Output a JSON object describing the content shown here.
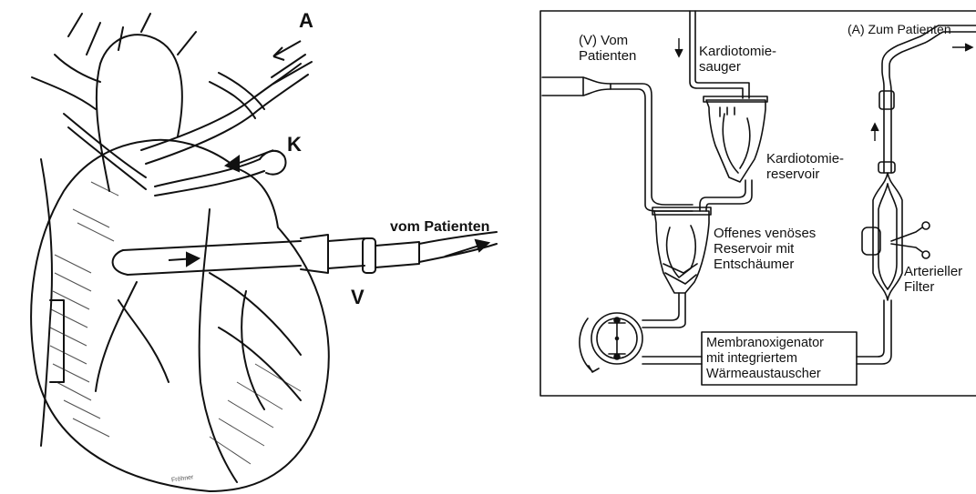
{
  "heart": {
    "label_a": "A",
    "label_k": "K",
    "label_v": "V",
    "label_vom_patienten": "vom Patienten",
    "signature": "Fröhner"
  },
  "circuit": {
    "label_v_vom_patienten": [
      "(V) Vom",
      "Patienten"
    ],
    "label_kardiotomie_sauger": [
      "Kardiotomie-",
      "sauger"
    ],
    "label_kardiotomie_reservoir": [
      "Kardiotomie-",
      "reservoir"
    ],
    "label_a_zum_patienten": "(A) Zum Patienten",
    "label_offenes_reservoir": [
      "Offenes venöses",
      "Reservoir mit",
      "Entschäumer"
    ],
    "label_arterieller_filter": [
      "Arterieller",
      "Filter"
    ],
    "label_oxygenator": [
      "Membranoxigenator",
      "mit integriertem",
      "Wärmeaustauscher"
    ]
  }
}
